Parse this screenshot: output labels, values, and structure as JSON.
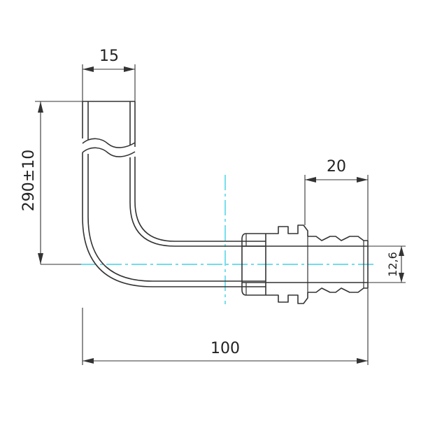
{
  "drawing": {
    "dimensions": {
      "top_width": "15",
      "vertical_length": "290±10",
      "fitting_length": "20",
      "diameter": "12,6",
      "overall_length": "100"
    },
    "colors": {
      "outline": "#333333",
      "centerline": "#1ec8e0",
      "background": "#ffffff"
    }
  }
}
